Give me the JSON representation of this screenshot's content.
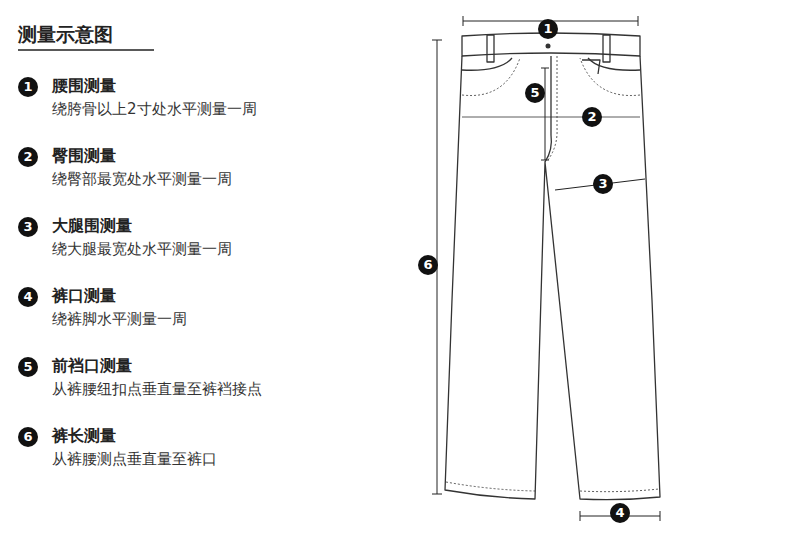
{
  "diagram": {
    "title": "测量示意图",
    "labels": [
      "1",
      "腰围测量",
      "绕胯骨以上2寸处水平测量一周",
      "2",
      "臀围测量",
      "绕臀部最宽处水平测量一周",
      "3",
      "大腿围测量",
      "绕大腿最宽处水平测量一周",
      "4",
      "裤口测量",
      "绕裤脚水平测量一周",
      "5",
      "前裆口测量",
      "从裤腰纽扣点垂直量至裤裆接点",
      "6",
      "裤长测量",
      "从裤腰测点垂直量至裤口",
      "1",
      "5",
      "2",
      "3",
      "6",
      "4"
    ]
  }
}
